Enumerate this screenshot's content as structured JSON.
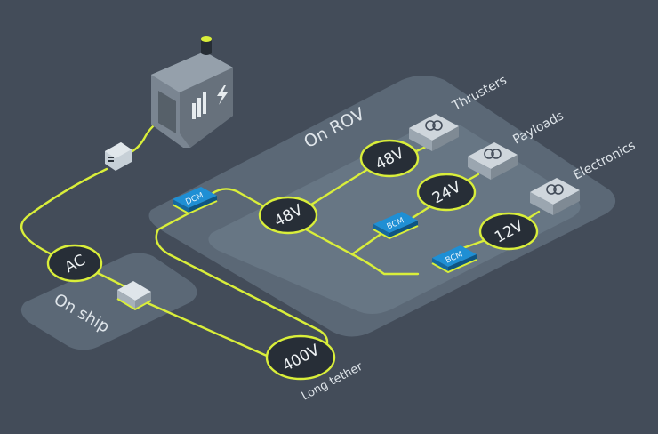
{
  "colors": {
    "background": "#434c59",
    "platform_outer": "#5b6876",
    "platform_inner": "#677684",
    "wire": "#d9ee3a",
    "node_fill": "#272e37",
    "node_ring": "#d9ee3a",
    "module_blue": "#1f8fd4",
    "module_dark": "#14689f",
    "box_top": "#cfd6dc",
    "box_left": "#9ba6b0",
    "box_right": "#7f8a94",
    "label_text": "#dfe5ea",
    "generator": "#7a8591"
  },
  "zones": {
    "rov": "On ROV",
    "ship": "On ship"
  },
  "nodes": {
    "ac": "AC",
    "v400": "400V",
    "v48_main": "48V",
    "v48_thrusters": "48V",
    "v24": "24V",
    "v12": "12V"
  },
  "modules": {
    "dcm": "DCM",
    "bcm_24": "BCM",
    "bcm_12": "BCM"
  },
  "loads": {
    "thrusters": "Thrusters",
    "payloads": "Payloads",
    "electronics": "Electronics"
  },
  "cable": {
    "long_tether": "Long tether"
  },
  "icons": {
    "generator": "generator-icon",
    "plug": "plug-icon",
    "load": "load-symbol-icon",
    "bolt": "lightning-bolt-icon",
    "bars": "bar-chart-icon"
  }
}
